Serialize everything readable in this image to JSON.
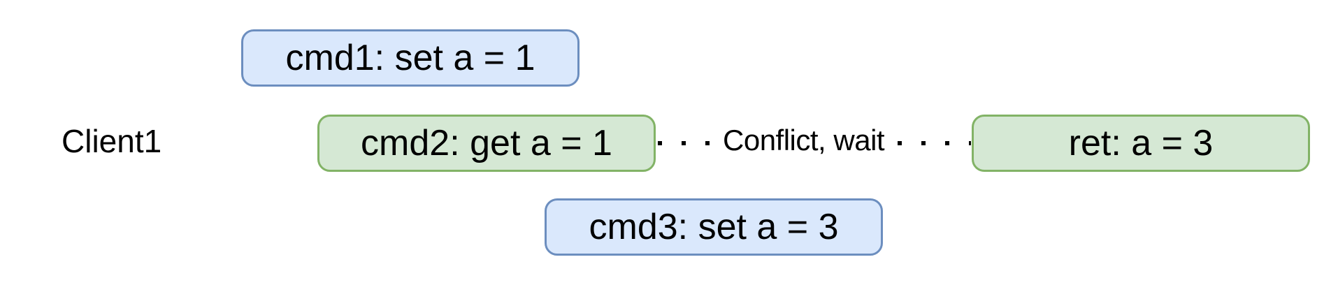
{
  "client": {
    "label": "Client1"
  },
  "commands": {
    "cmd1": "cmd1: set a = 1",
    "cmd2": "cmd2: get a = 1",
    "cmd3": "cmd3: set a = 3",
    "ret": "ret: a = 3"
  },
  "connector": {
    "label": "Conflict, wait",
    "style": "dotted"
  },
  "colors": {
    "set_fill": "#dae8fc",
    "set_border": "#6c8ebf",
    "get_fill": "#d5e8d4",
    "get_border": "#82b366",
    "line": "#000000"
  }
}
